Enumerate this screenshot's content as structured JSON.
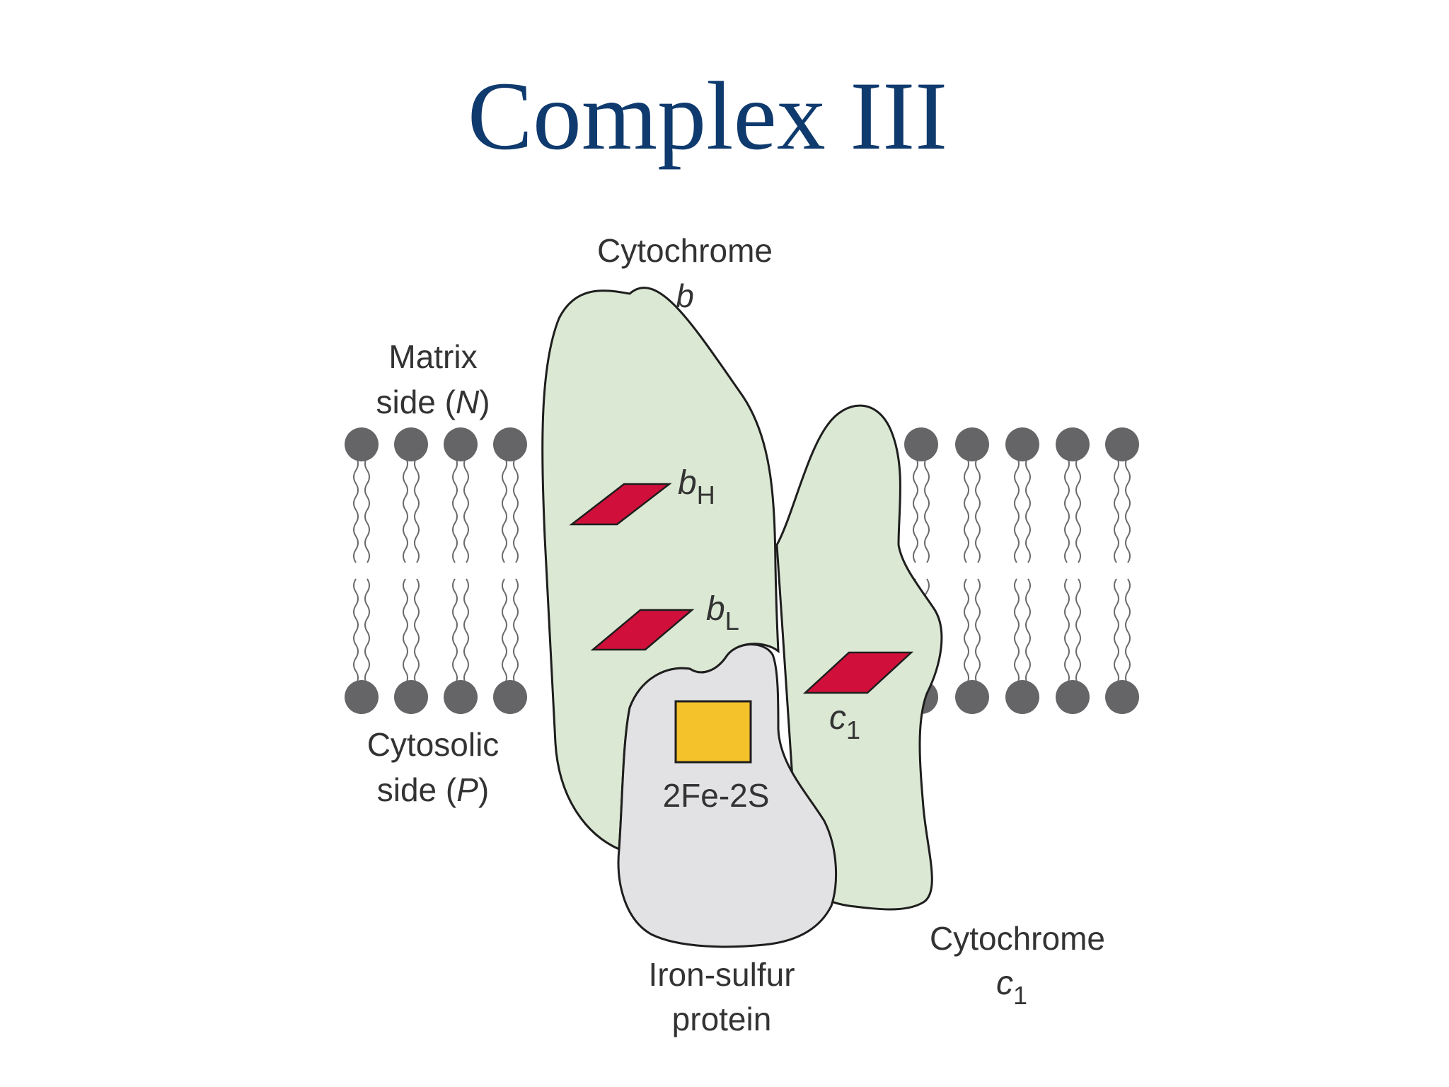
{
  "slide": {
    "title": "Complex III"
  },
  "diagram": {
    "labels": {
      "cytochrome_b": {
        "word": "Cytochrome",
        "letter": "b"
      },
      "matrix_side": {
        "line1": "Matrix",
        "line2_prefix": "side (",
        "line2_italic": "N",
        "line2_suffix": ")"
      },
      "cytosolic_side": {
        "line1": "Cytosolic",
        "line2_prefix": "side (",
        "line2_italic": "P",
        "line2_suffix": ")"
      },
      "heme_bH": {
        "letter": "b",
        "sub": "H"
      },
      "heme_bL": {
        "letter": "b",
        "sub": "L"
      },
      "heme_c1": {
        "letter": "c",
        "sub": "1"
      },
      "cluster": "2Fe-2S",
      "iron_sulfur_protein": {
        "line1": "Iron-sulfur",
        "line2": "protein"
      },
      "cytochrome_c1": {
        "word": "Cytochrome",
        "letter": "c",
        "sub": "1"
      }
    },
    "colors": {
      "title": "#0f3a6e",
      "cytochrome_b_fill": "#dbe8d3",
      "cytochrome_c1_fill": "#dbe8d3",
      "iron_sulfur_fill": "#e2e2e4",
      "heme_fill": "#d0103a",
      "cluster_fill": "#f4c22b",
      "lipid_head": "#656567",
      "outline": "#1e1e1e"
    }
  }
}
